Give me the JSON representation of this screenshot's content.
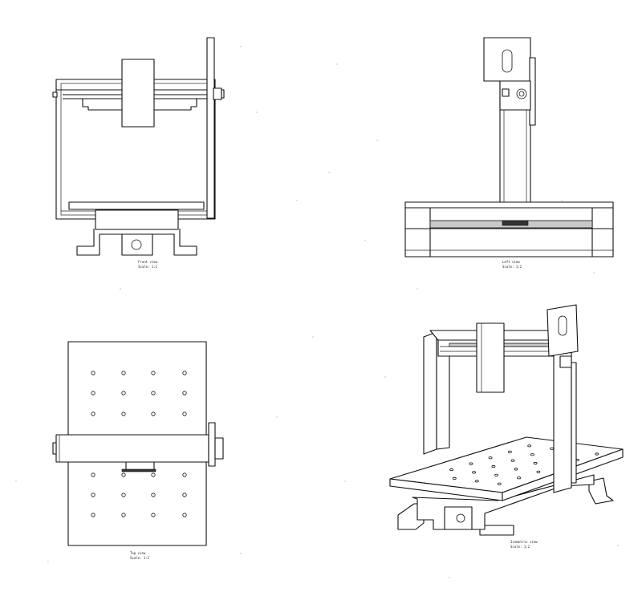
{
  "views": {
    "front": {
      "name": "Front view",
      "scale": "Scale:  1:2"
    },
    "left": {
      "name": "Left view",
      "scale": "Scale:  1:2"
    },
    "top": {
      "name": "Top view",
      "scale": "Scale:  1:2"
    },
    "isometric": {
      "name": "Isometric view",
      "scale": "Scale:  1:2"
    }
  }
}
